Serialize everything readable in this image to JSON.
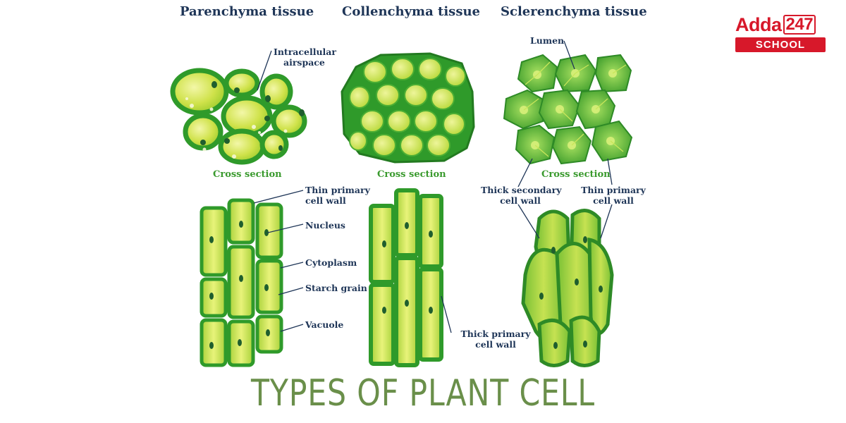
{
  "header": {
    "parenchyma": "Parenchyma tissue",
    "collenchyma": "Collenchyma tissue",
    "sclerenchyma": "Sclerenchyma tissue"
  },
  "sections": {
    "parenchyma_cross": "Cross section",
    "collenchyma_cross": "Cross section",
    "sclerenchyma_cross": "Cross section"
  },
  "labels": {
    "intracellular_1": "Intracellular",
    "intracellular_2": "airspace",
    "lumen": "Lumen",
    "thin_primary_1": "Thin primary",
    "thin_primary_2": "cell wall",
    "nucleus": "Nucleus",
    "cytoplasm": "Cytoplasm",
    "starch": "Starch grain",
    "vacuole": "Vacuole",
    "thick_primary_1": "Thick primary",
    "thick_primary_2": "cell wall",
    "thick_secondary_1": "Thick secondary",
    "thick_secondary_2": "cell wall",
    "thin_primary_scl_1": "Thin primary",
    "thin_primary_scl_2": "cell wall"
  },
  "title": "TYPES OF PLANT CELL",
  "logo": {
    "brand": "Adda",
    "number": "247",
    "sub": "SCHOOL"
  },
  "colors": {
    "dark_green": "#2e9a2a",
    "light_green": "#c9e24a",
    "label_navy": "#1e3557",
    "section_green": "#3a9a2e",
    "title_green": "#6a8f4a",
    "logo_red": "#d7182a"
  }
}
